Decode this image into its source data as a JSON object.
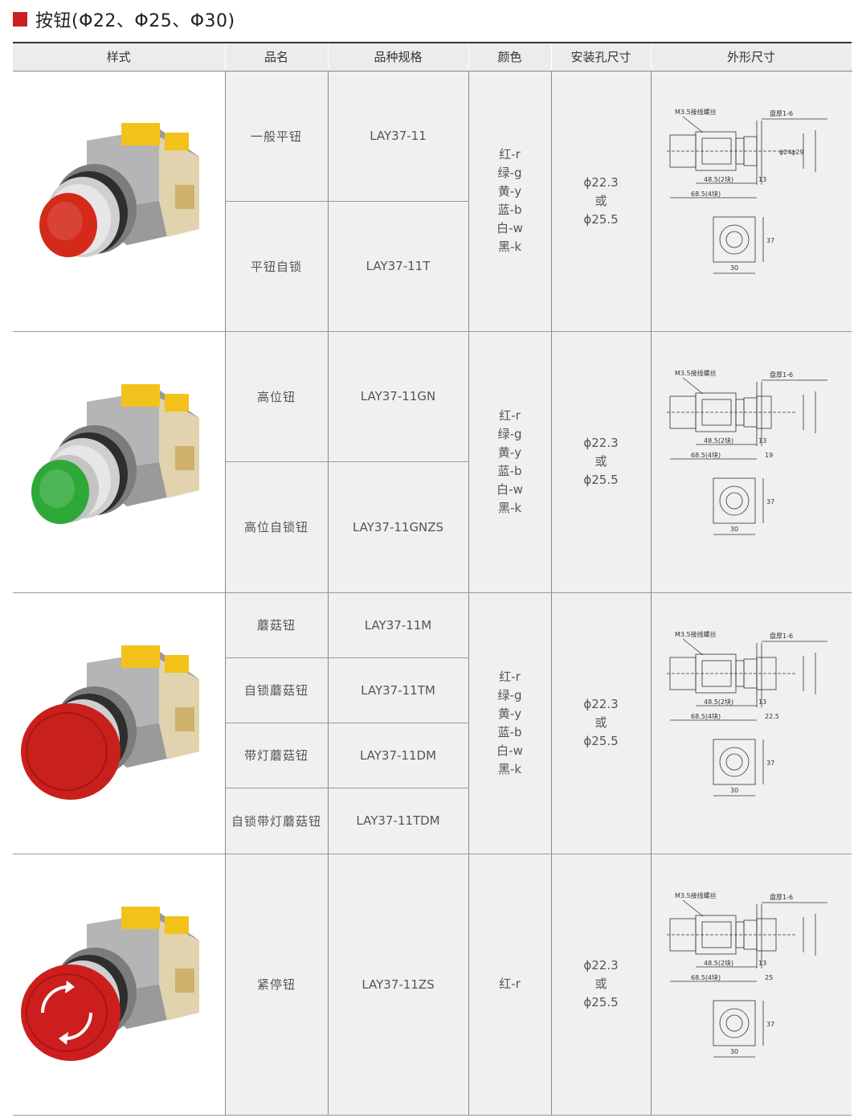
{
  "header": {
    "title": "按钮(Φ22、Φ25、Φ30)"
  },
  "colors": {
    "accent": "#cc1f1f",
    "header_bg": "#ececec",
    "cell_bg": "#f0f0f0"
  },
  "table": {
    "columns": [
      "样式",
      "品名",
      "品种规格",
      "颜色",
      "安装孔尺寸",
      "外形尺寸"
    ],
    "groups": [
      {
        "button_color": "#d42a1a",
        "button_type": "flat",
        "items": [
          {
            "name": "一般平钮",
            "model": "LAY37-11"
          },
          {
            "name": "平钮自锁",
            "model": "LAY37-11T"
          }
        ],
        "colors": [
          "红-r",
          "绿-g",
          "黄-y",
          "蓝-b",
          "白-w",
          "黑-k"
        ],
        "hole": [
          "ϕ22.3",
          "或",
          "ϕ25.5"
        ],
        "dims": {
          "thread": "M3.5接线螺丝",
          "plate": "盘厚1-6",
          "len2": "48.5(2块)",
          "len4": "68.5(4块)",
          "d13": "13",
          "extra": "",
          "w": "30",
          "h": "37",
          "d24": "ϕ24",
          "d29": "ϕ29"
        }
      },
      {
        "button_color": "#2fa83a",
        "button_type": "high",
        "items": [
          {
            "name": "高位钮",
            "model": "LAY37-11GN"
          },
          {
            "name": "高位自锁钮",
            "model": "LAY37-11GNZS"
          }
        ],
        "colors": [
          "红-r",
          "绿-g",
          "黄-y",
          "蓝-b",
          "白-w",
          "黑-k"
        ],
        "hole": [
          "ϕ22.3",
          "或",
          "ϕ25.5"
        ],
        "dims": {
          "thread": "M3.5接线螺丝",
          "plate": "盘厚1-6",
          "len2": "48.5(2块)",
          "len4": "68.5(4块)",
          "d13": "13",
          "extra": "19",
          "w": "30",
          "h": "37",
          "d24": "",
          "d29": ""
        }
      },
      {
        "button_color": "#c8201c",
        "button_type": "mushroom",
        "items": [
          {
            "name": "蘑菇钮",
            "model": "LAY37-11M"
          },
          {
            "name": "自锁蘑菇钮",
            "model": "LAY37-11TM"
          },
          {
            "name": "带灯蘑菇钮",
            "model": "LAY37-11DM"
          },
          {
            "name": "自锁带灯蘑菇钮",
            "model": "LAY37-11TDM"
          }
        ],
        "colors": [
          "红-r",
          "绿-g",
          "黄-y",
          "蓝-b",
          "白-w",
          "黑-k"
        ],
        "hole": [
          "ϕ22.3",
          "或",
          "ϕ25.5"
        ],
        "dims": {
          "thread": "M3.5接线螺丝",
          "plate": "盘厚1-6",
          "len2": "48.5(2块)",
          "len4": "68.5(4块)",
          "d13": "13",
          "extra": "22.5",
          "w": "30",
          "h": "37",
          "d24": "",
          "d29": ""
        }
      },
      {
        "button_color": "#cc1e1e",
        "button_type": "estop",
        "items": [
          {
            "name": "紧停钮",
            "model": "LAY37-11ZS"
          }
        ],
        "colors": [
          "红-r"
        ],
        "hole": [
          "ϕ22.3",
          "或",
          "ϕ25.5"
        ],
        "dims": {
          "thread": "M3.5接线螺丝",
          "plate": "盘厚1-6",
          "len2": "48.5(2块)",
          "len4": "68.5(4块)",
          "d13": "13",
          "extra": "25",
          "w": "30",
          "h": "37",
          "d24": "",
          "d29": ""
        }
      }
    ]
  }
}
